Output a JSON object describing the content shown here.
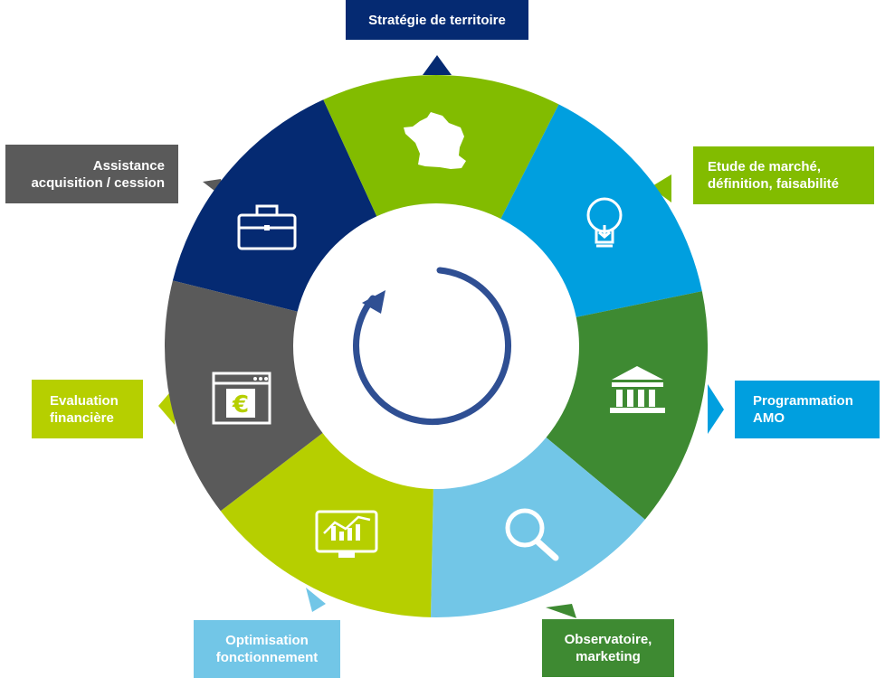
{
  "colors": {
    "navy": "#052a72",
    "green": "#82bc00",
    "blue": "#009fdf",
    "dark_green": "#3e8a32",
    "light_blue": "#72c6e7",
    "lime": "#b6cf00",
    "grey": "#5a5a5a",
    "arrow": "#2f4f93"
  },
  "segments": [
    {
      "label": "Stratégie de territoire",
      "color": "#052a72",
      "icon": "france-map-icon"
    },
    {
      "label": "Etude de marché,\ndéfinition, faisabilité",
      "color": "#82bc00",
      "icon": "lightbulb-icon"
    },
    {
      "label": "Programmation\nAMO",
      "color": "#009fdf",
      "icon": "institution-icon"
    },
    {
      "label": "Observatoire,\nmarketing",
      "color": "#3e8a32",
      "icon": "magnifier-icon"
    },
    {
      "label": "Optimisation\nfonctionnement",
      "color": "#72c6e7",
      "icon": "monitor-chart-icon"
    },
    {
      "label": "Evaluation\nfinancière",
      "color": "#b6cf00",
      "icon": "euro-window-icon"
    },
    {
      "label": "Assistance\nacquisition / cession",
      "color": "#5a5a5a",
      "icon": "briefcase-icon"
    }
  ],
  "center": {
    "icon": "cycle-arrow-icon"
  }
}
